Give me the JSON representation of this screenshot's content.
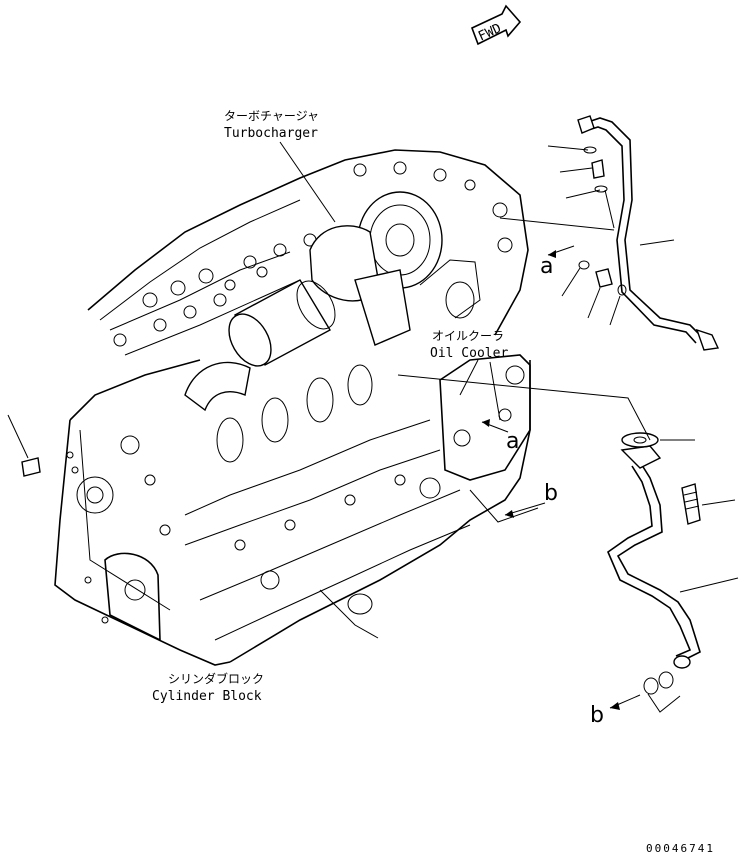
{
  "fwd_label": "FWD",
  "labels": {
    "turbocharger_jp": "ターボチャージャ",
    "turbocharger_en": "Turbocharger",
    "oil_cooler_jp": "オイルクーラ",
    "oil_cooler_en": "Oil Cooler",
    "cylinder_block_jp": "シリンダブロック",
    "cylinder_block_en": "Cylinder Block"
  },
  "callouts": {
    "a_top": "a",
    "a_mid": "a",
    "b_mid": "b",
    "b_bottom": "b"
  },
  "drawing_number": "00046741"
}
